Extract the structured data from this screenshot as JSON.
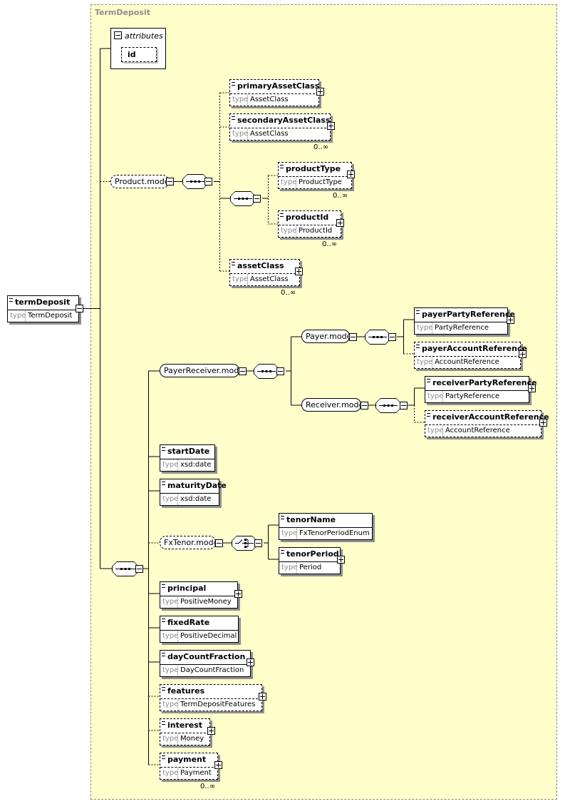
{
  "frame_title": "TermDeposit",
  "attributes_label": "attributes",
  "type_key": "type",
  "root": {
    "name": "termDeposit",
    "type": "TermDeposit"
  },
  "attributes": [
    "id"
  ],
  "product_model": {
    "label": "Product.model",
    "primary_asset_class": {
      "name": "primaryAssetClass",
      "type": "AssetClass"
    },
    "secondary_asset_class": {
      "name": "secondaryAssetClass",
      "type": "AssetClass",
      "card": "0..∞"
    },
    "product_type": {
      "name": "productType",
      "type": "ProductType",
      "card": "0..∞"
    },
    "product_id": {
      "name": "productId",
      "type": "ProductId",
      "card": "0..∞"
    },
    "asset_class": {
      "name": "assetClass",
      "type": "AssetClass",
      "card": "0..∞"
    }
  },
  "payer_receiver_model": {
    "label": "PayerReceiver.model",
    "payer_model": "Payer.model",
    "receiver_model": "Receiver.model",
    "payer_party_reference": {
      "name": "payerPartyReference",
      "type": "PartyReference"
    },
    "payer_account_reference": {
      "name": "payerAccountReference",
      "type": "AccountReference"
    },
    "receiver_party_reference": {
      "name": "receiverPartyReference",
      "type": "PartyReference"
    },
    "receiver_account_reference": {
      "name": "receiverAccountReference",
      "type": "AccountReference"
    }
  },
  "start_date": {
    "name": "startDate",
    "type": "xsd:date"
  },
  "maturity_date": {
    "name": "maturityDate",
    "type": "xsd:date"
  },
  "fx_tenor_model": {
    "label": "FxTenor.model",
    "tenor_name": {
      "name": "tenorName",
      "type": "FxTenorPeriodEnum"
    },
    "tenor_period": {
      "name": "tenorPeriod",
      "type": "Period"
    }
  },
  "principal": {
    "name": "principal",
    "type": "PositiveMoney"
  },
  "fixed_rate": {
    "name": "fixedRate",
    "type": "PositiveDecimal"
  },
  "day_count_fraction": {
    "name": "dayCountFraction",
    "type": "DayCountFraction"
  },
  "features": {
    "name": "features",
    "type": "TermDepositFeatures"
  },
  "interest": {
    "name": "interest",
    "type": "Money"
  },
  "payment": {
    "name": "payment",
    "type": "Payment",
    "card": "0..∞"
  }
}
